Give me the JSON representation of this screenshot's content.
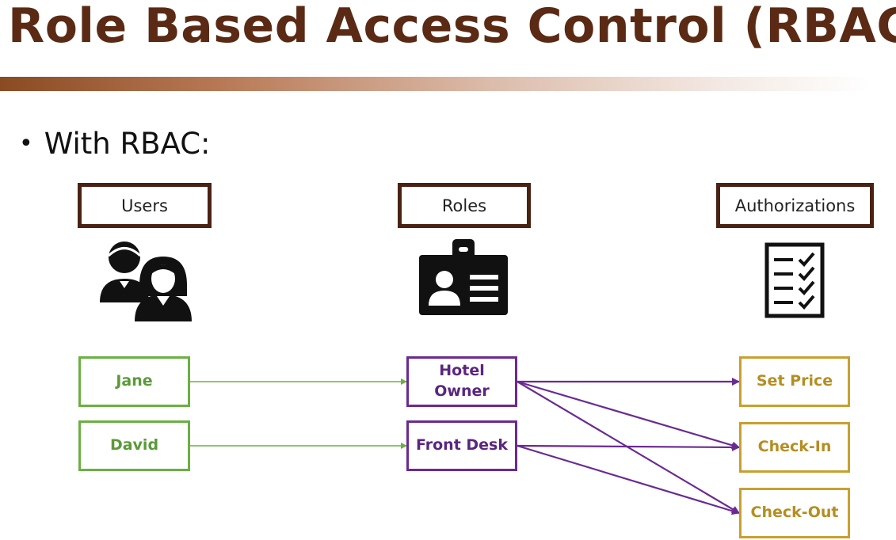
{
  "title": "Role Based Access Control (RBAC)",
  "bullet": {
    "symbol": "•",
    "text": "With RBAC:"
  },
  "columns": {
    "users": "Users",
    "roles": "Roles",
    "authorizations": "Authorizations"
  },
  "icons": {
    "users": "users-icon",
    "roles": "id-badge-icon",
    "authorizations": "checklist-icon"
  },
  "users": [
    "Jane",
    "David"
  ],
  "roles": [
    "Hotel\nOwner",
    "Front Desk"
  ],
  "authorizations": [
    "Set Price",
    "Check-In",
    "Check-Out"
  ],
  "colors": {
    "title": "#5a2a14",
    "header_border": "#4a2214",
    "user": "#6ab042",
    "role": "#6a2a90",
    "auth": "#c8a030"
  },
  "assignments": [
    {
      "from": "Jane",
      "to": "Hotel\nOwner"
    },
    {
      "from": "David",
      "to": "Front Desk"
    }
  ],
  "permissions": [
    {
      "from": "Hotel\nOwner",
      "to": "Set Price"
    },
    {
      "from": "Hotel\nOwner",
      "to": "Check-In"
    },
    {
      "from": "Hotel\nOwner",
      "to": "Check-Out"
    },
    {
      "from": "Front Desk",
      "to": "Check-In"
    },
    {
      "from": "Front Desk",
      "to": "Check-Out"
    }
  ]
}
